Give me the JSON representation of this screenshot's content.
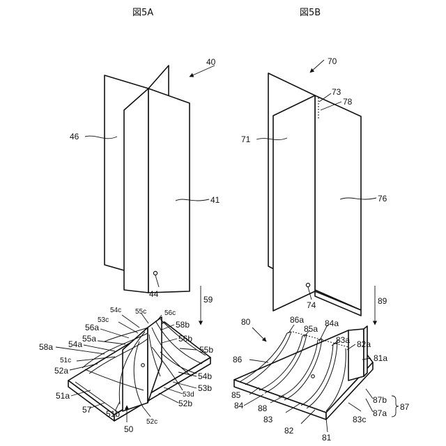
{
  "figure_a": {
    "title": "図5A",
    "labels": {
      "l40": "40",
      "l46": "46",
      "l41": "41",
      "l44": "44",
      "l59": "59",
      "l54c": "54c",
      "l55c": "55c",
      "l56c": "56c",
      "l53c": "53c",
      "l58b": "58b",
      "l56a": "56a",
      "l56b": "56b",
      "l55a": "55a",
      "l55b": "55b",
      "l58a": "58a",
      "l54a": "54a",
      "l51c": "51c",
      "l52a": "52a",
      "l54b": "54b",
      "l53b": "53b",
      "l53d": "53d",
      "l52b": "52b",
      "l51a": "51a",
      "l57": "57",
      "l51b": "51b",
      "l52c": "52c",
      "l50": "50"
    }
  },
  "figure_b": {
    "title": "図5B",
    "labels": {
      "l70": "70",
      "l73": "73",
      "l78": "78",
      "l71": "71",
      "l76": "76",
      "l74": "74",
      "l89": "89",
      "l80": "80",
      "l86a": "86a",
      "l85a": "85a",
      "l84a": "84a",
      "l83a": "83a",
      "l82a": "82a",
      "l81a": "81a",
      "l86": "86",
      "l85": "85",
      "l84": "84",
      "l88": "88",
      "l83": "83",
      "l82": "82",
      "l81": "81",
      "l83c": "83c",
      "l87b": "87b",
      "l87a": "87a",
      "l87": "87"
    }
  }
}
